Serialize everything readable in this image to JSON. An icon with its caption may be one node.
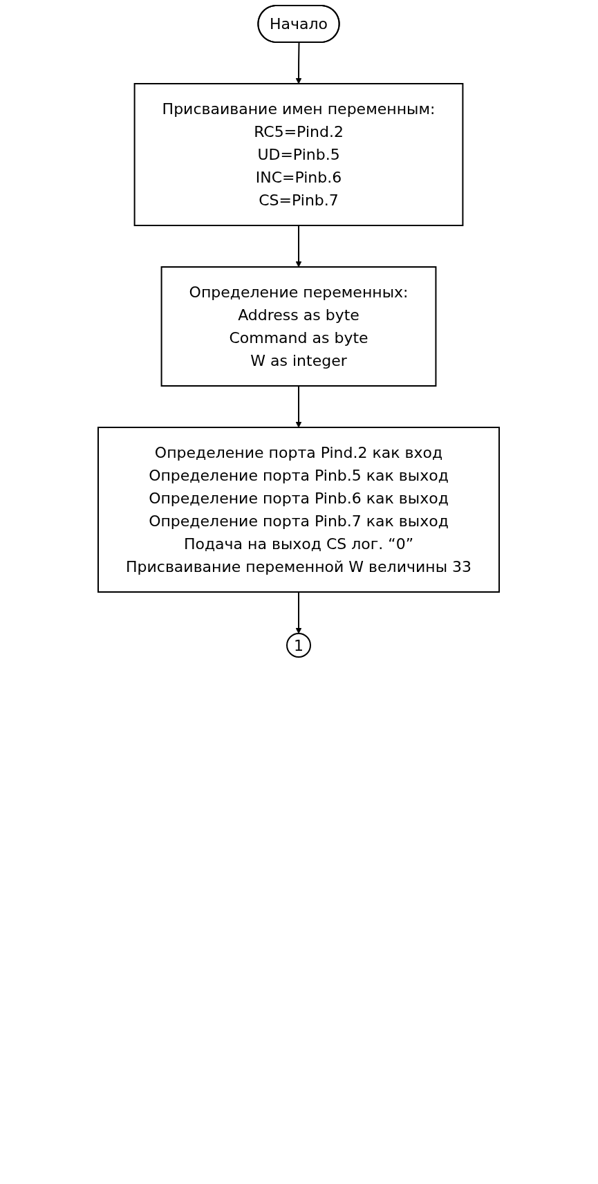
{
  "diagram": {
    "nodes": [
      {
        "text": [
          "Начало"
        ]
      },
      {
        "text": [
          "Присваивание имен переменным:",
          "RC5=Pind.2",
          "UD=Pinb.5",
          "INC=Pinb.6",
          "CS=Pinb.7"
        ]
      },
      {
        "text": [
          "Определение переменных:",
          "Address as byte",
          "Command as byte",
          "W as integer"
        ]
      },
      {
        "text": [
          "Определение порта Pind.2 как вход",
          "Определение порта Pinb.5 как выход",
          "Определение порта Pinb.6 как выход",
          "Определение порта Pinb.7 как выход",
          "Подача на выход CS лог. “0”",
          "Присваивание переменной W величины 33"
        ]
      },
      {
        "text": [
          "1"
        ]
      }
    ],
    "edges": [
      {
        "from": 0,
        "to": 1,
        "arrow": "to"
      },
      {
        "from": 1,
        "to": 2,
        "arrow": "to"
      },
      {
        "from": 2,
        "to": 3,
        "arrow": "to"
      },
      {
        "from": 3,
        "to": 4,
        "arrow": "to"
      }
    ]
  }
}
